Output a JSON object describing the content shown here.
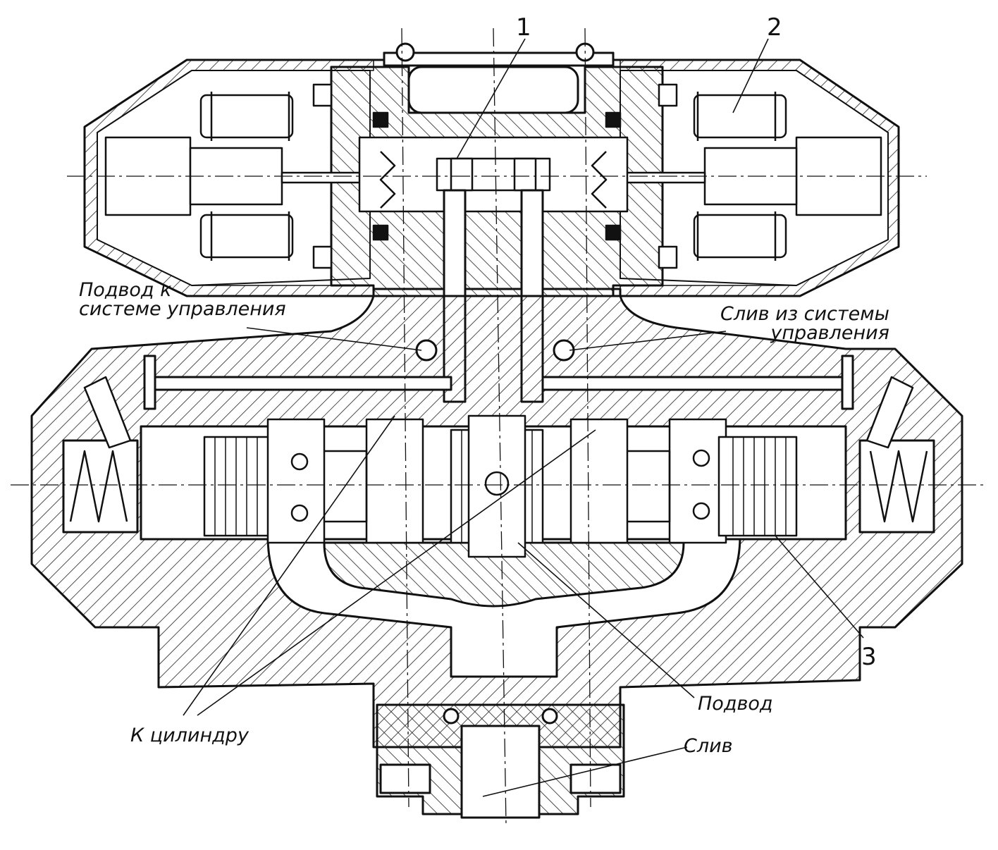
{
  "callouts": {
    "num_1": "1",
    "num_2": "2",
    "num_3": "3",
    "supply_to_control": "Подвод к\nсистеме управления",
    "drain_from_control": "Слив из системы\nуправления",
    "to_cylinder": "К цилиндру",
    "supply": "Подвод",
    "drain": "Слив"
  },
  "colors": {
    "ink": "#111111",
    "paper": "#ffffff"
  }
}
